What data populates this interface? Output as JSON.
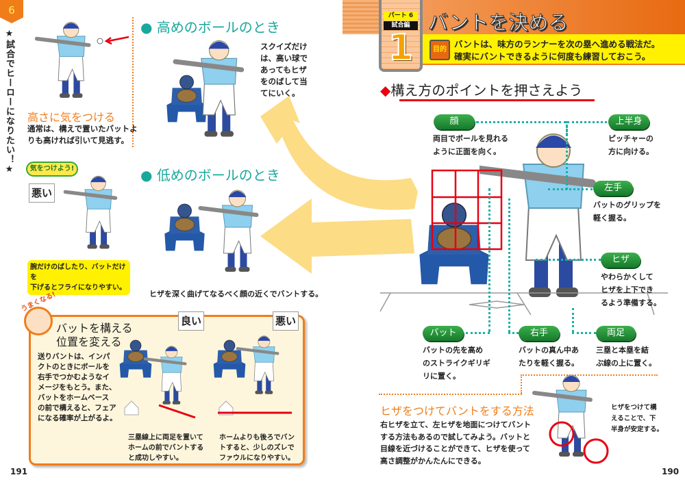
{
  "left_page": {
    "chapter_number": "6",
    "side_title": "★試合でヒーローになりたい！★",
    "high_ball": {
      "heading": "高めのボールのとき",
      "note": [
        "スクイズだけ",
        "は、高い球で",
        "あってもヒザ",
        "をのばして当",
        "てにいく。"
      ]
    },
    "height_tip": {
      "heading": "高さに気をつける",
      "body": [
        "通常は、構えで置いたバットよ",
        "りも高ければ引いて見逃す。"
      ]
    },
    "caution": {
      "badge": "気をつけよう!",
      "sign": "悪い",
      "body": [
        "腕だけのばしたり、バットだけを",
        "下げるとフライになりやすい。"
      ]
    },
    "low_ball": {
      "heading": "低めのボールのとき",
      "caption": "ヒザを深く曲げてなるべく顔の近くでバントする。"
    },
    "improve_box": {
      "badge": "うまくなる!",
      "title": [
        "バットを構える",
        "位置を変える"
      ],
      "body": [
        "送りバントは、インパ",
        "クトのときにボールを",
        "右手でつかむようなイ",
        "メージをもとう。また、",
        "バットをホームベース",
        "の前で構えると、フェア",
        "になる確率が上がるよ。"
      ],
      "good_sign": "良い",
      "bad_sign": "悪い",
      "good_caption": [
        "三塁線上に両足を置いて",
        "ホームの前でバントする",
        "と成功しやすい。"
      ],
      "bad_caption": [
        "ホームよりも後ろでバン",
        "トすると、少しのズレで",
        "ファウルになりやすい。"
      ]
    },
    "page_number": "191"
  },
  "right_page": {
    "part_label": "パート 6",
    "section_label": "試合編",
    "lesson_number": "1",
    "title": "バントを決める",
    "purpose_icon": "目的",
    "purpose": [
      "バントは、味方のランナーを次の塁へ進める戦法だ。",
      "確実にバントできるように何度も練習しておこう。"
    ],
    "points_heading": "構え方のポイントを押さえよう",
    "points": {
      "face": {
        "label": "顔",
        "text": [
          "両目でボールを見れる",
          "ように正面を向く。"
        ]
      },
      "upper_body": {
        "label": "上半身",
        "text": [
          "ピッチャーの",
          "方に向ける。"
        ]
      },
      "left_hand": {
        "label": "左手",
        "text": [
          "バットのグリップを",
          "軽く握る。"
        ]
      },
      "knee": {
        "label": "ヒザ",
        "text": [
          "やわらかくして",
          "ヒザを上下でき",
          "るよう準備する。"
        ]
      },
      "bat": {
        "label": "バット",
        "text": [
          "バットの先を高め",
          "のストライクギリギ",
          "リに置く。"
        ]
      },
      "right_hand": {
        "label": "右手",
        "text": [
          "バットの真ん中あ",
          "たりを軽く握る。"
        ]
      },
      "feet": {
        "label": "両足",
        "text": [
          "三塁と本塁を結",
          "ぶ線の上に置く。"
        ]
      }
    },
    "knee_method": {
      "heading": "ヒザをつけてバントをする方法",
      "body": [
        "右ヒザを立て、左ヒザを地面につけてバント",
        "する方法もあるので試してみよう。バットと",
        "目線を近づけることができて、ヒザを使って",
        "高さ調整がかんたんにできる。"
      ],
      "caption": [
        "ヒザをつけて構",
        "えることで、下",
        "半身が安定する。"
      ]
    },
    "page_number": "190"
  },
  "colors": {
    "accent_orange": "#f07d1a",
    "teal": "#1aa89c",
    "green_pill": "#24913a",
    "red": "#e60012",
    "yellow": "#fff100"
  }
}
